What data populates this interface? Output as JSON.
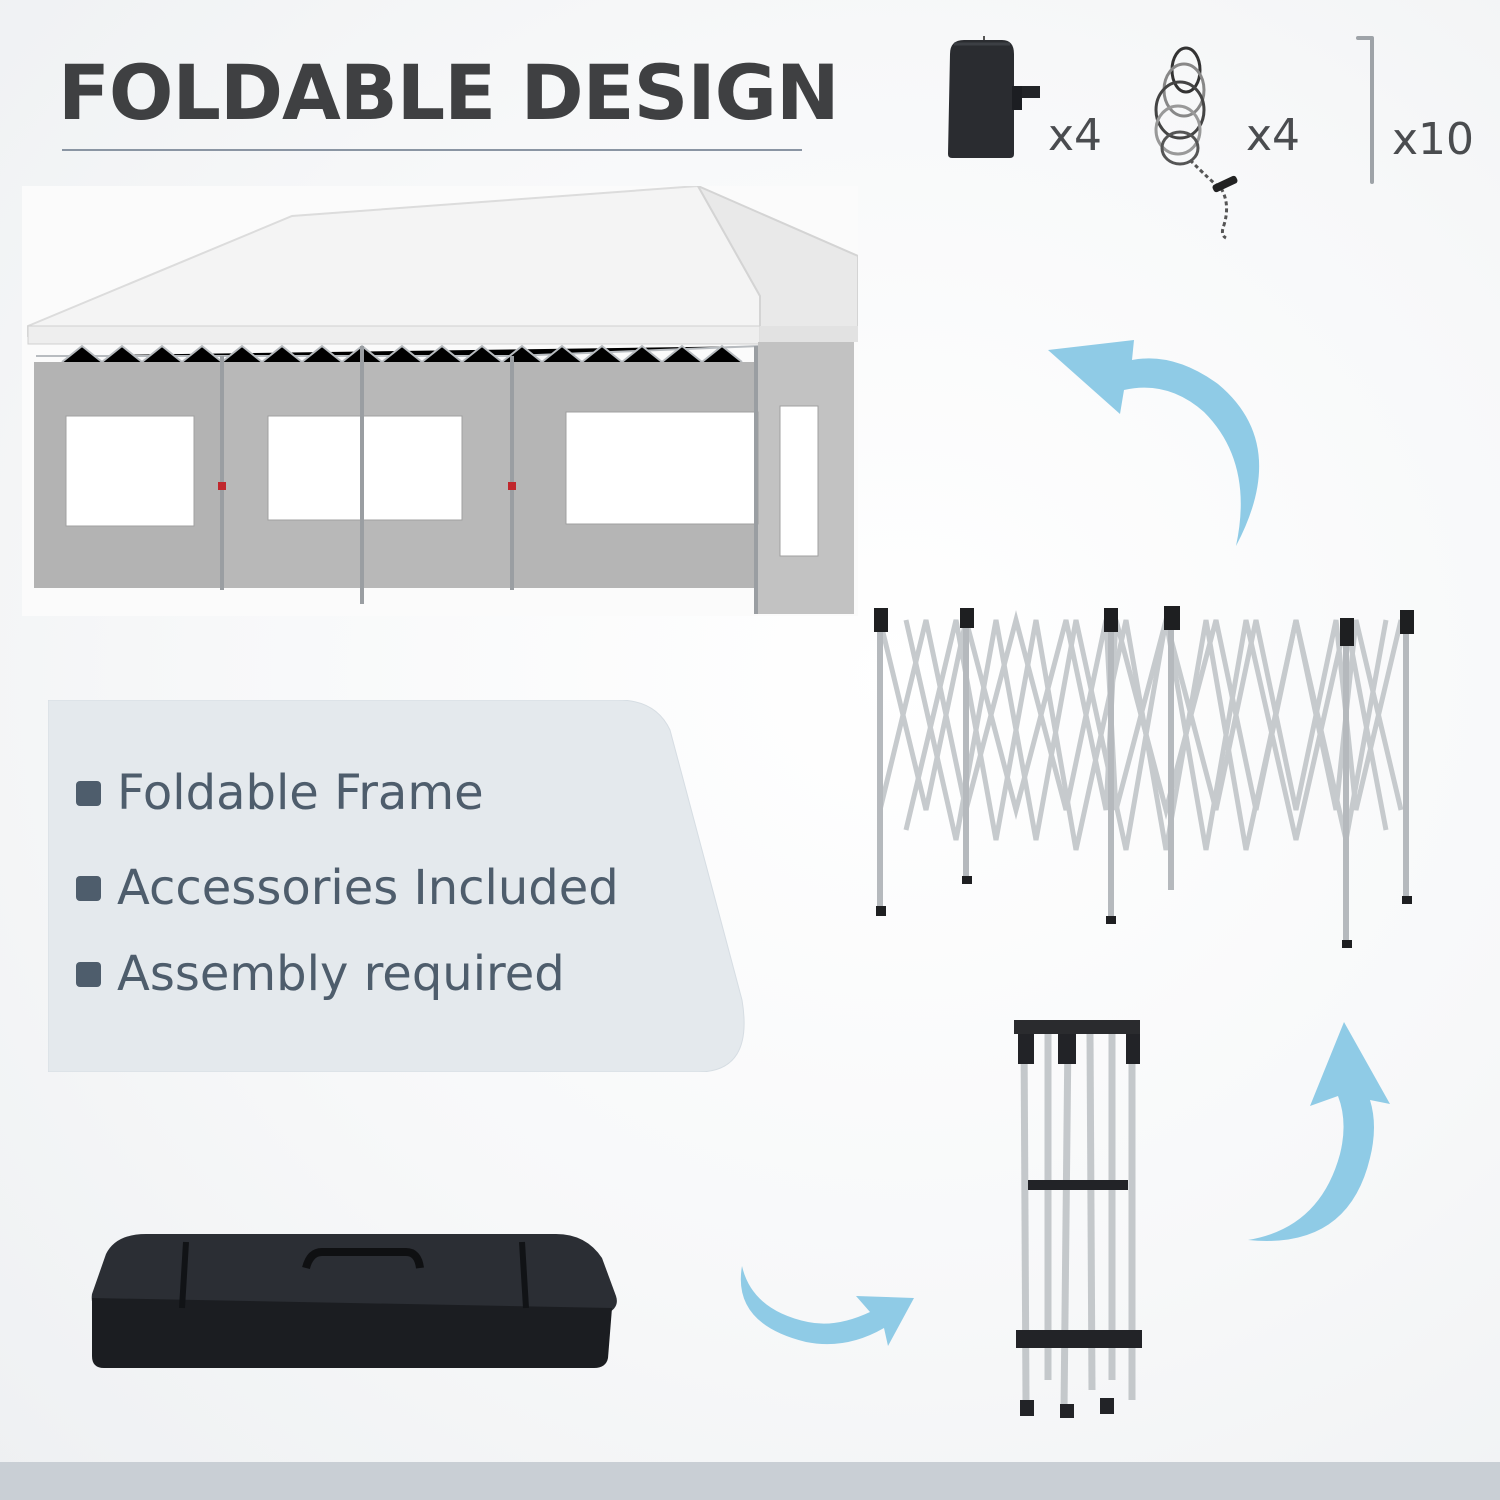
{
  "title": "FOLDABLE DESIGN",
  "accessories": [
    {
      "icon": "weight-bag-icon",
      "count": "x4"
    },
    {
      "icon": "rope-icon",
      "count": "x4"
    },
    {
      "icon": "stake-icon",
      "count": "x10"
    }
  ],
  "features": [
    {
      "label": "Foldable Frame"
    },
    {
      "label": "Accessories Included"
    },
    {
      "label": "Assembly required"
    }
  ],
  "colors": {
    "title": "#3f4042",
    "feature_text": "#4e5d6c",
    "panel": "#e4e9ed",
    "arrow": "#8fcbe6",
    "bag": "#1f2227",
    "frame": "#cfd3d6"
  }
}
